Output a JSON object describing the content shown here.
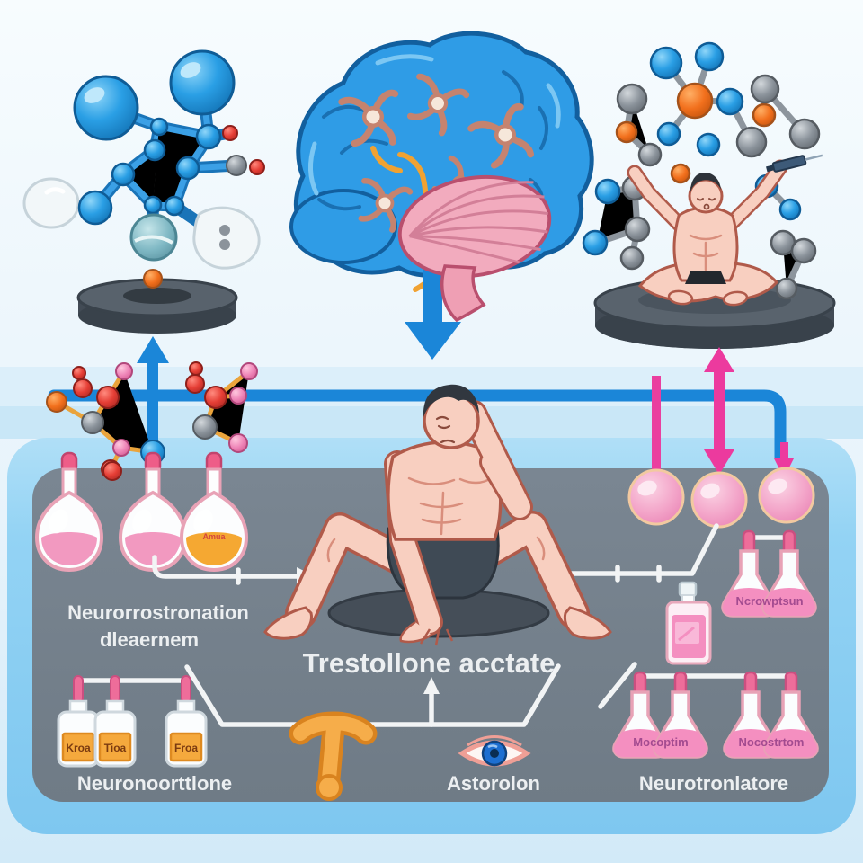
{
  "scene_title": "Trestolone acetate neuro-diagram illustration",
  "labels": {
    "center_compound": "Trestollone acctate",
    "left_flasks_line1": "Neurorrostronation",
    "left_flasks_line2": "dleaernem",
    "bottom_left": "Neuronoorttlone",
    "bottom_center": "Astorolon",
    "bottom_right": "Neurotronlatore",
    "right_flask_pair": "Ncrowptsun",
    "bottom_right_pair1": "Mocoptim",
    "bottom_right_pair2": "Nocostrtom",
    "bottle1": "Kroa",
    "bottle2": "Tioa",
    "bottle3": "Froa",
    "orange_flask": "Amua"
  },
  "illustrations": {
    "top_left": "molecule-on-disc",
    "top_center": "brain-with-neurons",
    "top_right": "meditating-man-with-molecules",
    "center": "distressed-seated-man",
    "bottom_center_left": "t-shape-hormone-icon",
    "bottom_center_right": "eye-icon"
  },
  "palette": {
    "background_top": "#f6fbfe",
    "background_band": "#cfe9f8",
    "panel_blue": "#8ccff3",
    "panel_gray": "#76828d",
    "arrow_blue": "#1b86d8",
    "arrow_magenta": "#ec3a9e",
    "connector_white": "#f2f4f5",
    "molecule_blue": "#2a9fe5",
    "molecule_gray": "#8b939b",
    "molecule_orange": "#f2701d",
    "molecule_red": "#e53e35",
    "molecule_pink": "#ef87b9",
    "brain_blue": "#2f9ce6",
    "cerebellum_pink": "#f2abbe",
    "skin": "#f8cfc0",
    "liquid_pink": "#f48fc0",
    "liquid_orange": "#f5a832",
    "bottle_label_orange": "#f5a93d",
    "disc_gray": "#4a545e",
    "text_white": "#eceff1"
  }
}
